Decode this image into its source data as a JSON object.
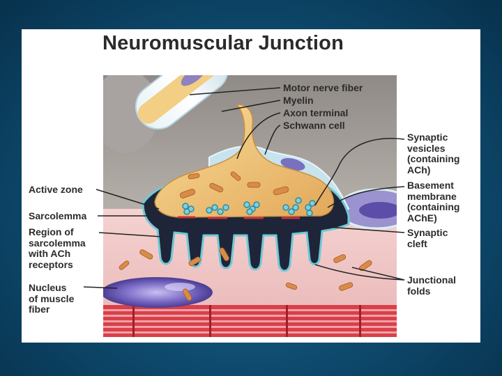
{
  "title": "Neuromuscular Junction",
  "labels": {
    "motor_nerve_fiber": "Motor nerve fiber",
    "myelin": "Myelin",
    "axon_terminal": "Axon terminal",
    "schwann_cell": "Schwann cell",
    "synaptic_vesicles": "Synaptic\nvesicles\n(containing\nACh)",
    "basement_membrane": "Basement\nmembrane\n(containing\nAChE)",
    "synaptic_cleft": "Synaptic\ncleft",
    "junctional_folds": "Junctional\nfolds",
    "active_zone": "Active zone",
    "sarcolemma": "Sarcolemma",
    "region_ach_receptors": "Region of\nsarcolemma\nwith ACh\nreceptors",
    "nucleus_muscle_fiber": "Nucleus\nof muscle\nfiber"
  },
  "colors": {
    "background": "#0e4a6e",
    "muscle": "#f0c4c4",
    "axon": "#f2c67a",
    "cleft": "#2a2f45",
    "vesicle": "#58b8c8",
    "striation": "#d2353f"
  }
}
